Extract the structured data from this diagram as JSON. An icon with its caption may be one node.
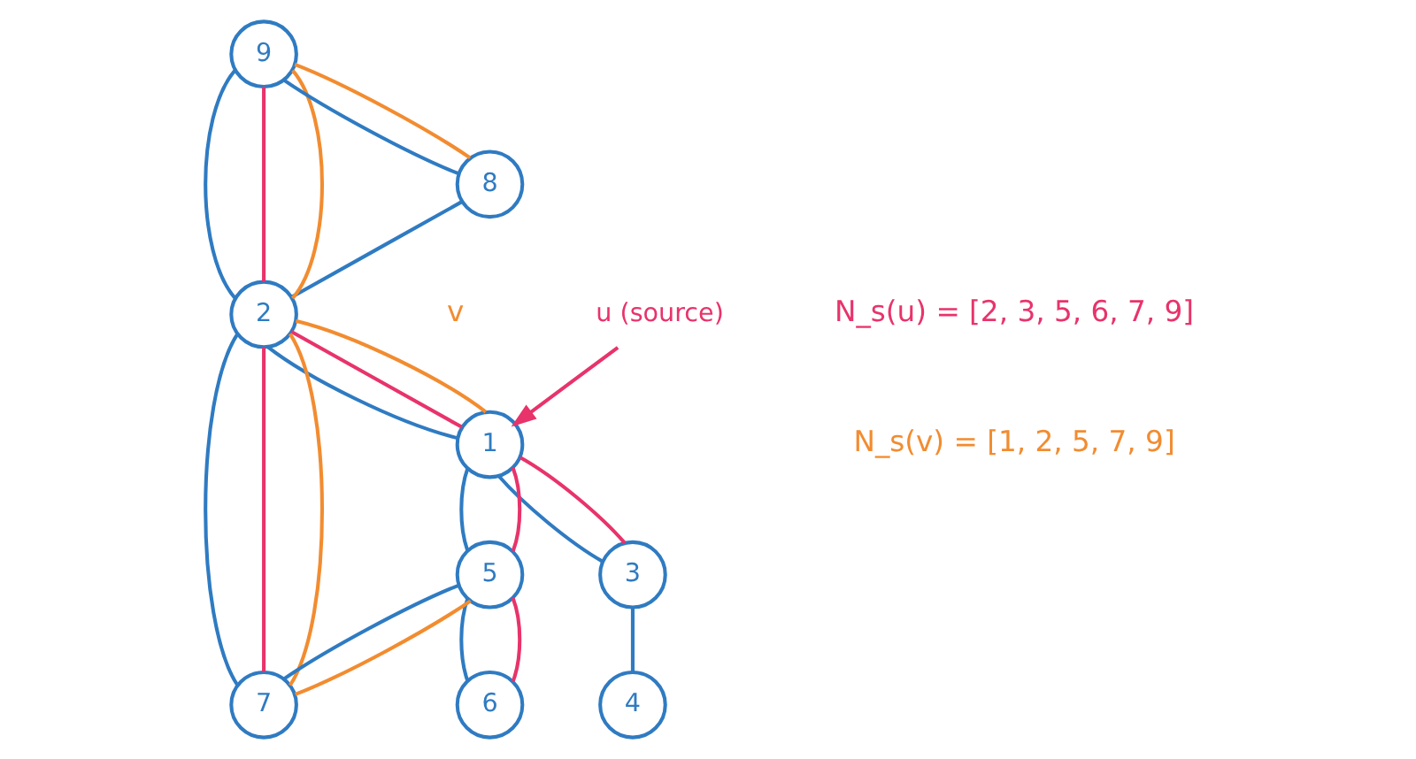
{
  "diagram": {
    "nodes": [
      {
        "text": [
          "1"
        ]
      },
      {
        "text": [
          "2"
        ]
      },
      {
        "text": [
          "3"
        ]
      },
      {
        "text": [
          "4"
        ]
      },
      {
        "text": [
          "5"
        ]
      },
      {
        "text": [
          "6"
        ]
      },
      {
        "text": [
          "7"
        ]
      },
      {
        "text": [
          "8"
        ]
      },
      {
        "text": [
          "9"
        ]
      },
      {
        "text": [
          "u (source)"
        ]
      }
    ],
    "edges": [
      {
        "from": 9,
        "to": 0,
        "arrow": "to",
        "color": "#e8336b"
      },
      {
        "from": 8,
        "to": 1,
        "arrow": "none"
      },
      {
        "from": 8,
        "to": 1,
        "arrow": "none",
        "color": "#e8336b"
      },
      {
        "from": 8,
        "to": 1,
        "arrow": "none",
        "color": "#f28c30"
      },
      {
        "from": 1,
        "to": 0,
        "arrow": "none"
      },
      {
        "from": 1,
        "to": 0,
        "arrow": "none",
        "color": "#e8336b"
      },
      {
        "from": 1,
        "to": 0,
        "arrow": "none",
        "color": "#f28c30"
      },
      {
        "from": 0,
        "to": 2,
        "arrow": "none"
      },
      {
        "from": 0,
        "to": 2,
        "arrow": "none",
        "color": "#e8336b"
      },
      {
        "from": 8,
        "to": 7,
        "arrow": "none"
      },
      {
        "from": 8,
        "to": 7,
        "arrow": "none",
        "color": "#f28c30"
      },
      {
        "from": 7,
        "to": 1,
        "arrow": "none"
      },
      {
        "from": 0,
        "to": 4,
        "arrow": "none"
      },
      {
        "from": 0,
        "to": 4,
        "arrow": "none",
        "color": "#e8336b"
      },
      {
        "from": 1,
        "to": 6,
        "arrow": "none"
      },
      {
        "from": 1,
        "to": 6,
        "arrow": "none",
        "color": "#e8336b"
      },
      {
        "from": 1,
        "to": 6,
        "arrow": "none",
        "color": "#f28c30"
      },
      {
        "from": 2,
        "to": 3,
        "arrow": "none"
      },
      {
        "from": 4,
        "to": 6,
        "arrow": "none"
      },
      {
        "from": 4,
        "to": 6,
        "arrow": "none",
        "color": "#f28c30"
      },
      {
        "from": 4,
        "to": 5,
        "arrow": "none"
      },
      {
        "from": 4,
        "to": 5,
        "arrow": "none",
        "color": "#e8336b"
      }
    ],
    "labels": [
      "N_s(u) = [2, 3, 5, 6, 7, 9]",
      "N_s(v) = [1, 2, 5, 7, 9]",
      "v"
    ]
  }
}
